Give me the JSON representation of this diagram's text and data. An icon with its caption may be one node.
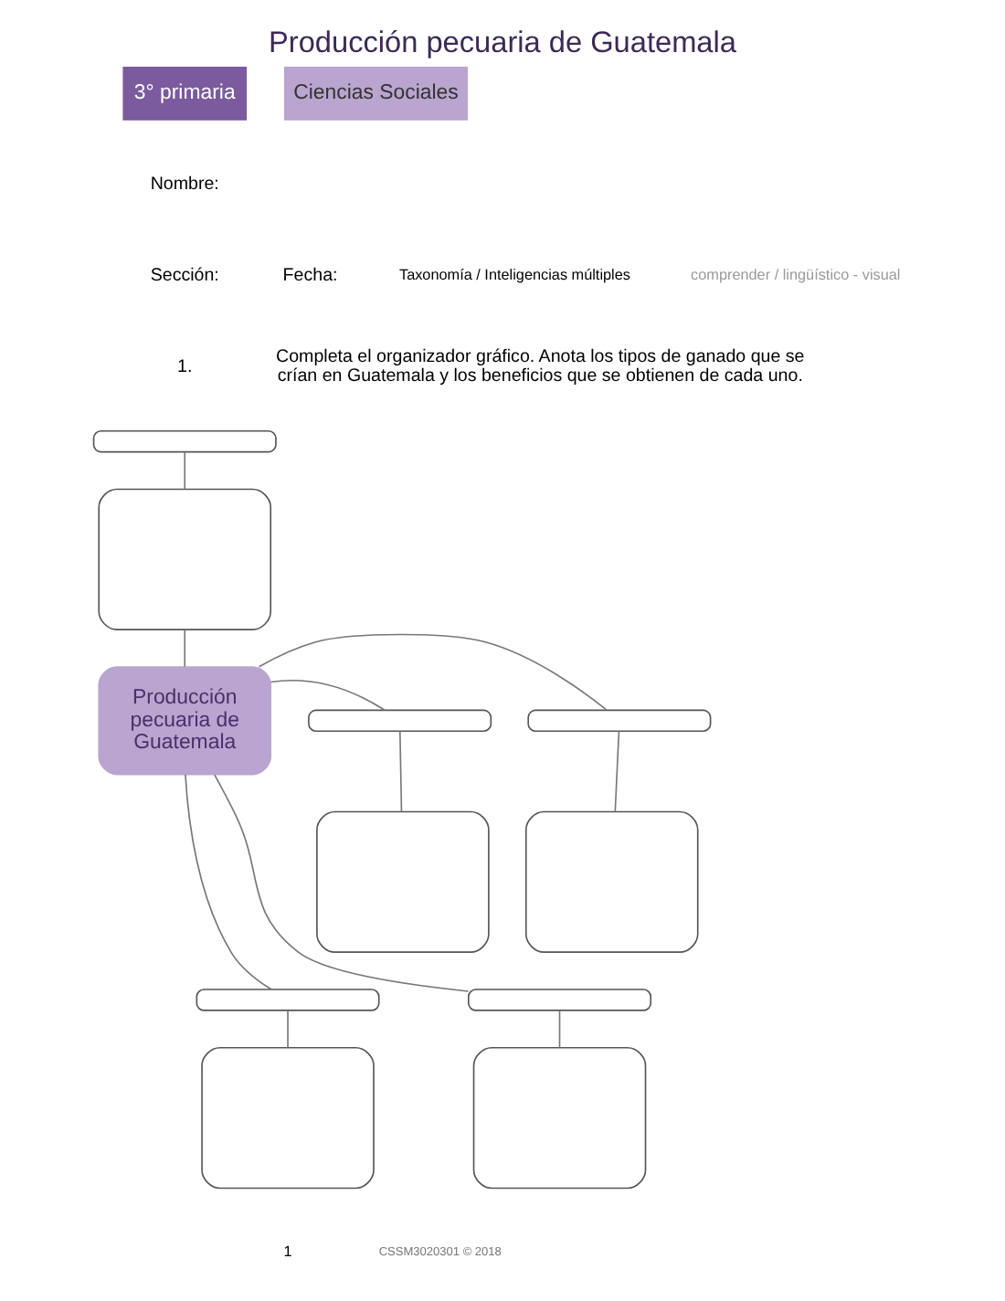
{
  "diagram": {
    "title": "Producción pecuaria de Guatemala",
    "nodes": [
      {
        "text": [],
        "shape": "box"
      },
      {
        "text": [],
        "shape": "box"
      },
      {
        "text": [],
        "shape": "box"
      },
      {
        "text": [],
        "shape": "box"
      },
      {
        "text": [
          "Producción pecuaria de Guatemala"
        ]
      },
      {
        "text": [],
        "shape": "box"
      },
      {
        "text": [],
        "shape": "box"
      },
      {
        "text": [],
        "shape": "box"
      },
      {
        "text": [],
        "shape": "box"
      },
      {
        "text": [],
        "shape": "box"
      },
      {
        "text": [],
        "shape": "box"
      }
    ],
    "edges": [
      {
        "from": 0,
        "to": 1,
        "arrow": "none"
      },
      {
        "from": 1,
        "to": 4,
        "arrow": "none"
      },
      {
        "from": 4,
        "to": 2,
        "arrow": "none"
      },
      {
        "from": 2,
        "to": 3,
        "arrow": "none"
      },
      {
        "from": 4,
        "to": 5,
        "arrow": "none"
      },
      {
        "from": 5,
        "to": 6,
        "arrow": "none"
      },
      {
        "from": 4,
        "to": 7,
        "arrow": "none"
      },
      {
        "from": 7,
        "to": 8,
        "arrow": "none"
      },
      {
        "from": 4,
        "to": 9,
        "arrow": "none"
      },
      {
        "from": 9,
        "to": 10,
        "arrow": "none"
      }
    ],
    "labels": [
      "3° primaria",
      "Ciencias Sociales",
      "Nombre:",
      "Sección:",
      "Fecha:",
      "Taxonomía / Inteligencias múltiples",
      "comprender / lingüístico - visual",
      "1.",
      "Completa el organizador gráfico. Anota los tipos de ganado que se crían en Guatemala y los beneficios que se obtienen de cada uno.",
      "1",
      "CSSM3020301 © 2018"
    ]
  }
}
